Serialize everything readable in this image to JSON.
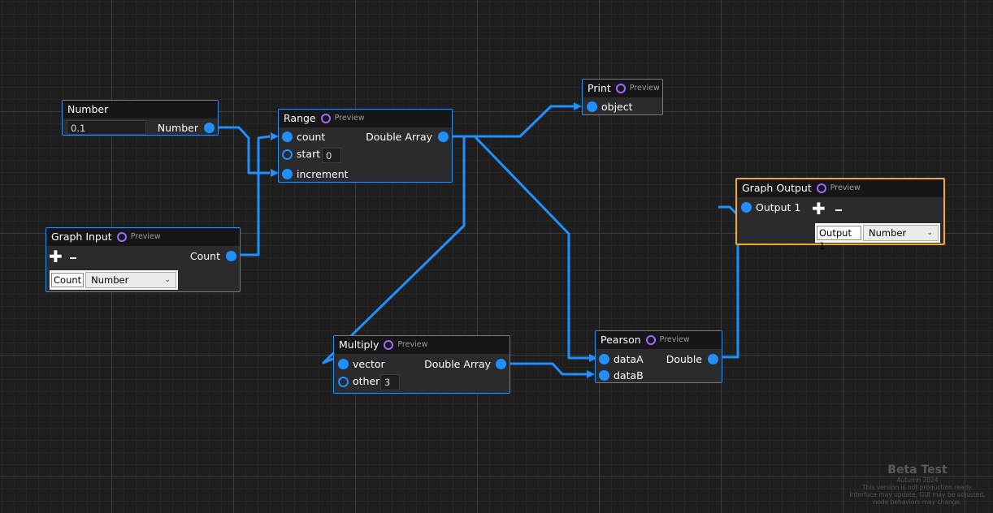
{
  "nodes": {
    "number": {
      "title": "Number",
      "value": "0.1",
      "output_label": "Number"
    },
    "range": {
      "title": "Range",
      "preview_label": "Preview",
      "inputs": {
        "count": "count",
        "start": "start",
        "start_value": "0",
        "increment": "increment"
      },
      "output_label": "Double Array"
    },
    "print": {
      "title": "Print",
      "preview_label": "Preview",
      "input_label": "object"
    },
    "graph_input": {
      "title": "Graph Input",
      "preview_label": "Preview",
      "output_label": "Count",
      "param_name": "Count",
      "param_type": "Number"
    },
    "graph_output": {
      "title": "Graph Output",
      "preview_label": "Preview",
      "input_label": "Output 1",
      "param_name": "Output 1",
      "param_type": "Number"
    },
    "multiply": {
      "title": "Multiply",
      "preview_label": "Preview",
      "inputs": {
        "vector": "vector",
        "other": "other",
        "other_value": "3"
      },
      "output_label": "Double Array"
    },
    "pearson": {
      "title": "Pearson",
      "preview_label": "Preview",
      "inputs": {
        "dataA": "dataA",
        "dataB": "dataB"
      },
      "output_label": "Double"
    }
  },
  "colors": {
    "wire": "#1e90ff",
    "port": "#1e90ff",
    "selected_border": "#f4a92c",
    "node_border": "#2f8de8",
    "preview_dot": "#9b6cff"
  },
  "icons": {
    "add": "plus-icon",
    "remove": "minus-icon",
    "dropdown": "chevron-down-icon"
  },
  "watermark": {
    "title": "Beta Test",
    "season": "Autumn 2024",
    "line1": "This version is not production ready.",
    "line2": "Interface may update, GUI may be adjusted,",
    "line3": "node behaviors may change."
  }
}
